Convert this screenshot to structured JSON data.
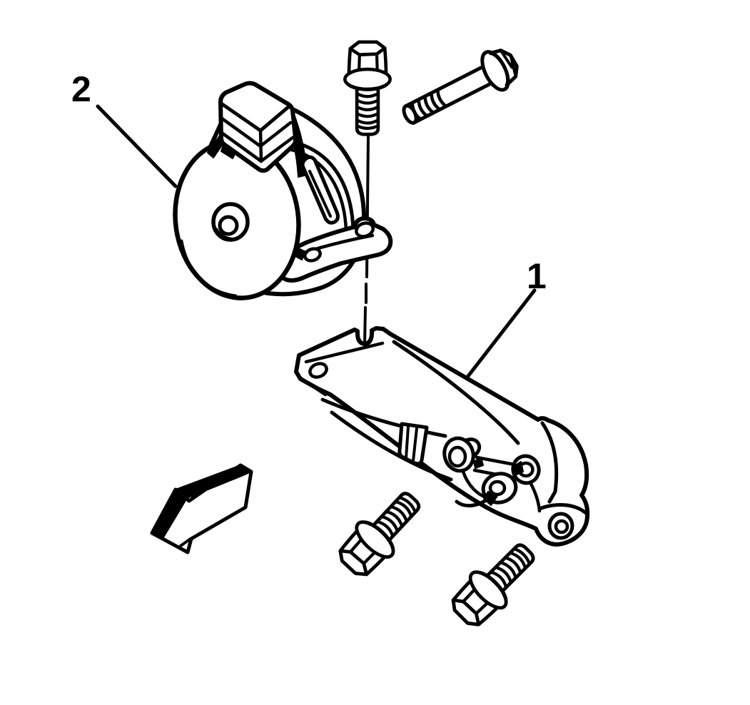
{
  "diagram": {
    "type": "exploded-parts-illustration",
    "background_color": "#ffffff",
    "line_color": "#000000",
    "callouts": [
      {
        "label": "1",
        "part": "mounting-bracket"
      },
      {
        "label": "2",
        "part": "engine-mount"
      }
    ]
  }
}
